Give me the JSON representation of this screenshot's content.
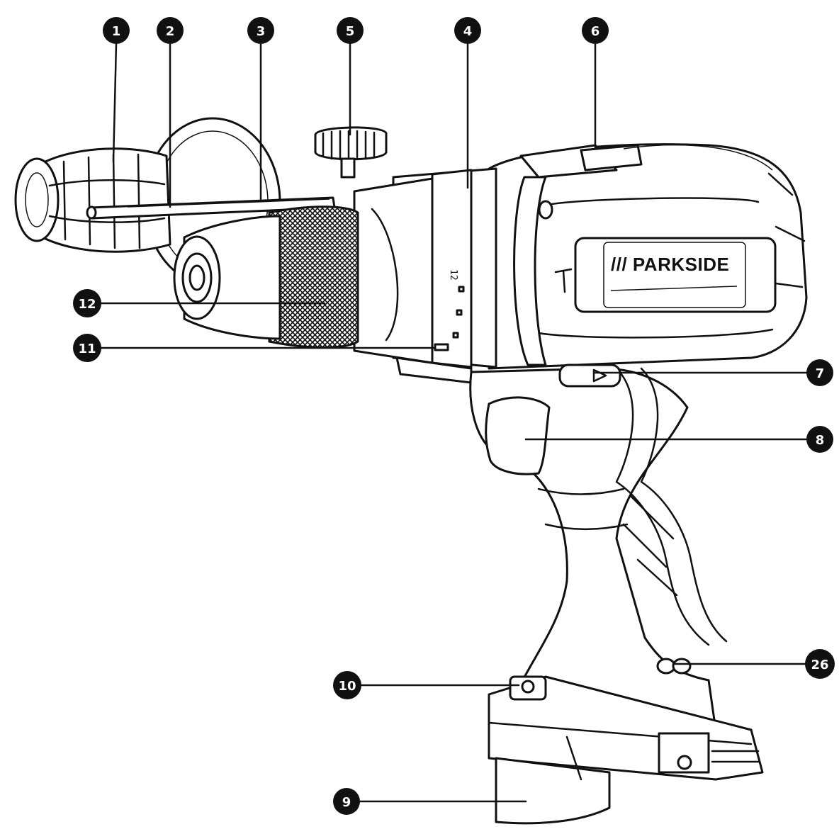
{
  "brand": {
    "label": "/// PARKSIDE"
  },
  "scale_mark": "12",
  "hammer_symbol": "hammer-icon",
  "callouts": [
    {
      "id": "c1",
      "text": "1"
    },
    {
      "id": "c2",
      "text": "2"
    },
    {
      "id": "c3",
      "text": "3"
    },
    {
      "id": "c5",
      "text": "5"
    },
    {
      "id": "c4",
      "text": "4"
    },
    {
      "id": "c6",
      "text": "6"
    },
    {
      "id": "c12",
      "text": "12"
    },
    {
      "id": "c11",
      "text": "11"
    },
    {
      "id": "c7",
      "text": "7"
    },
    {
      "id": "c8",
      "text": "8"
    },
    {
      "id": "c26",
      "text": "26"
    },
    {
      "id": "c10",
      "text": "10"
    },
    {
      "id": "c9",
      "text": "9"
    }
  ]
}
